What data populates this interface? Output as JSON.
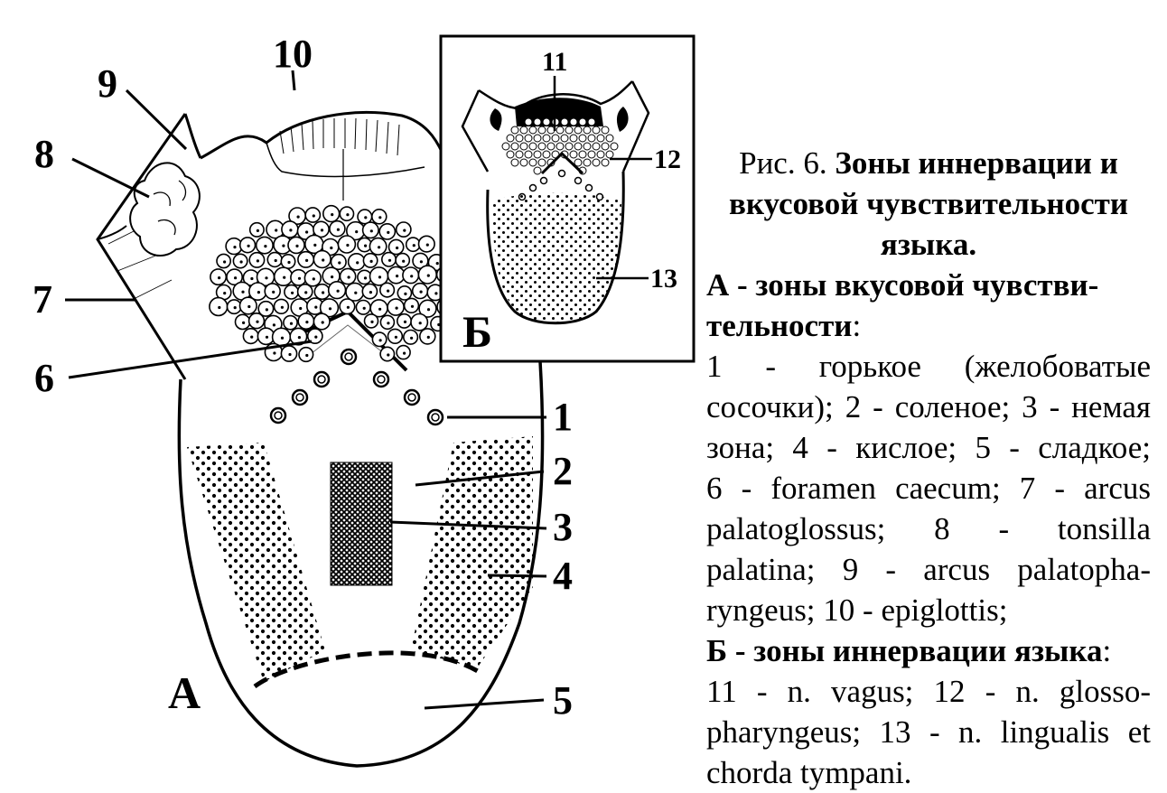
{
  "labels": {
    "n1": "1",
    "n2": "2",
    "n3": "3",
    "n4": "4",
    "n5": "5",
    "n6": "6",
    "n7": "7",
    "n8": "8",
    "n9": "9",
    "n10": "10",
    "n11": "11",
    "n12": "12",
    "n13": "13",
    "letter_a": "А",
    "letter_b": "Б"
  },
  "caption": {
    "fig_ref": "Рис. 6.",
    "title_l1": "Зоны иннервации и",
    "title_l2": "вкусовой чувствительности",
    "title_l3": "языка.",
    "section_a_title_l1": "А - зоны вкусовой чувстви-",
    "section_a_title_l2": "тельности",
    "section_a_colon": ":",
    "a_l1": "1 - горькое (желобоватые",
    "a_l2": "сосочки); 2 - соленое; 3 - немая",
    "a_l3": "зона;   4 - кислое; 5 - сладкое;",
    "a_l4": "6 - foramen caecum; 7 - arcus",
    "a_l5": "palatoglossus;   8 - tonsilla",
    "a_l6": "palatina; 9 - arcus palatopha-",
    "a_l7": "ryngeus; 10 - epiglottis;",
    "section_b_title": "Б - зоны иннервации языка",
    "section_b_colon": ":",
    "b_l1": "11 - n. vagus; 12 - n. glosso-",
    "b_l2": "pharyngeus; 13 - n. lingualis et",
    "b_l3": "chorda tympani."
  }
}
